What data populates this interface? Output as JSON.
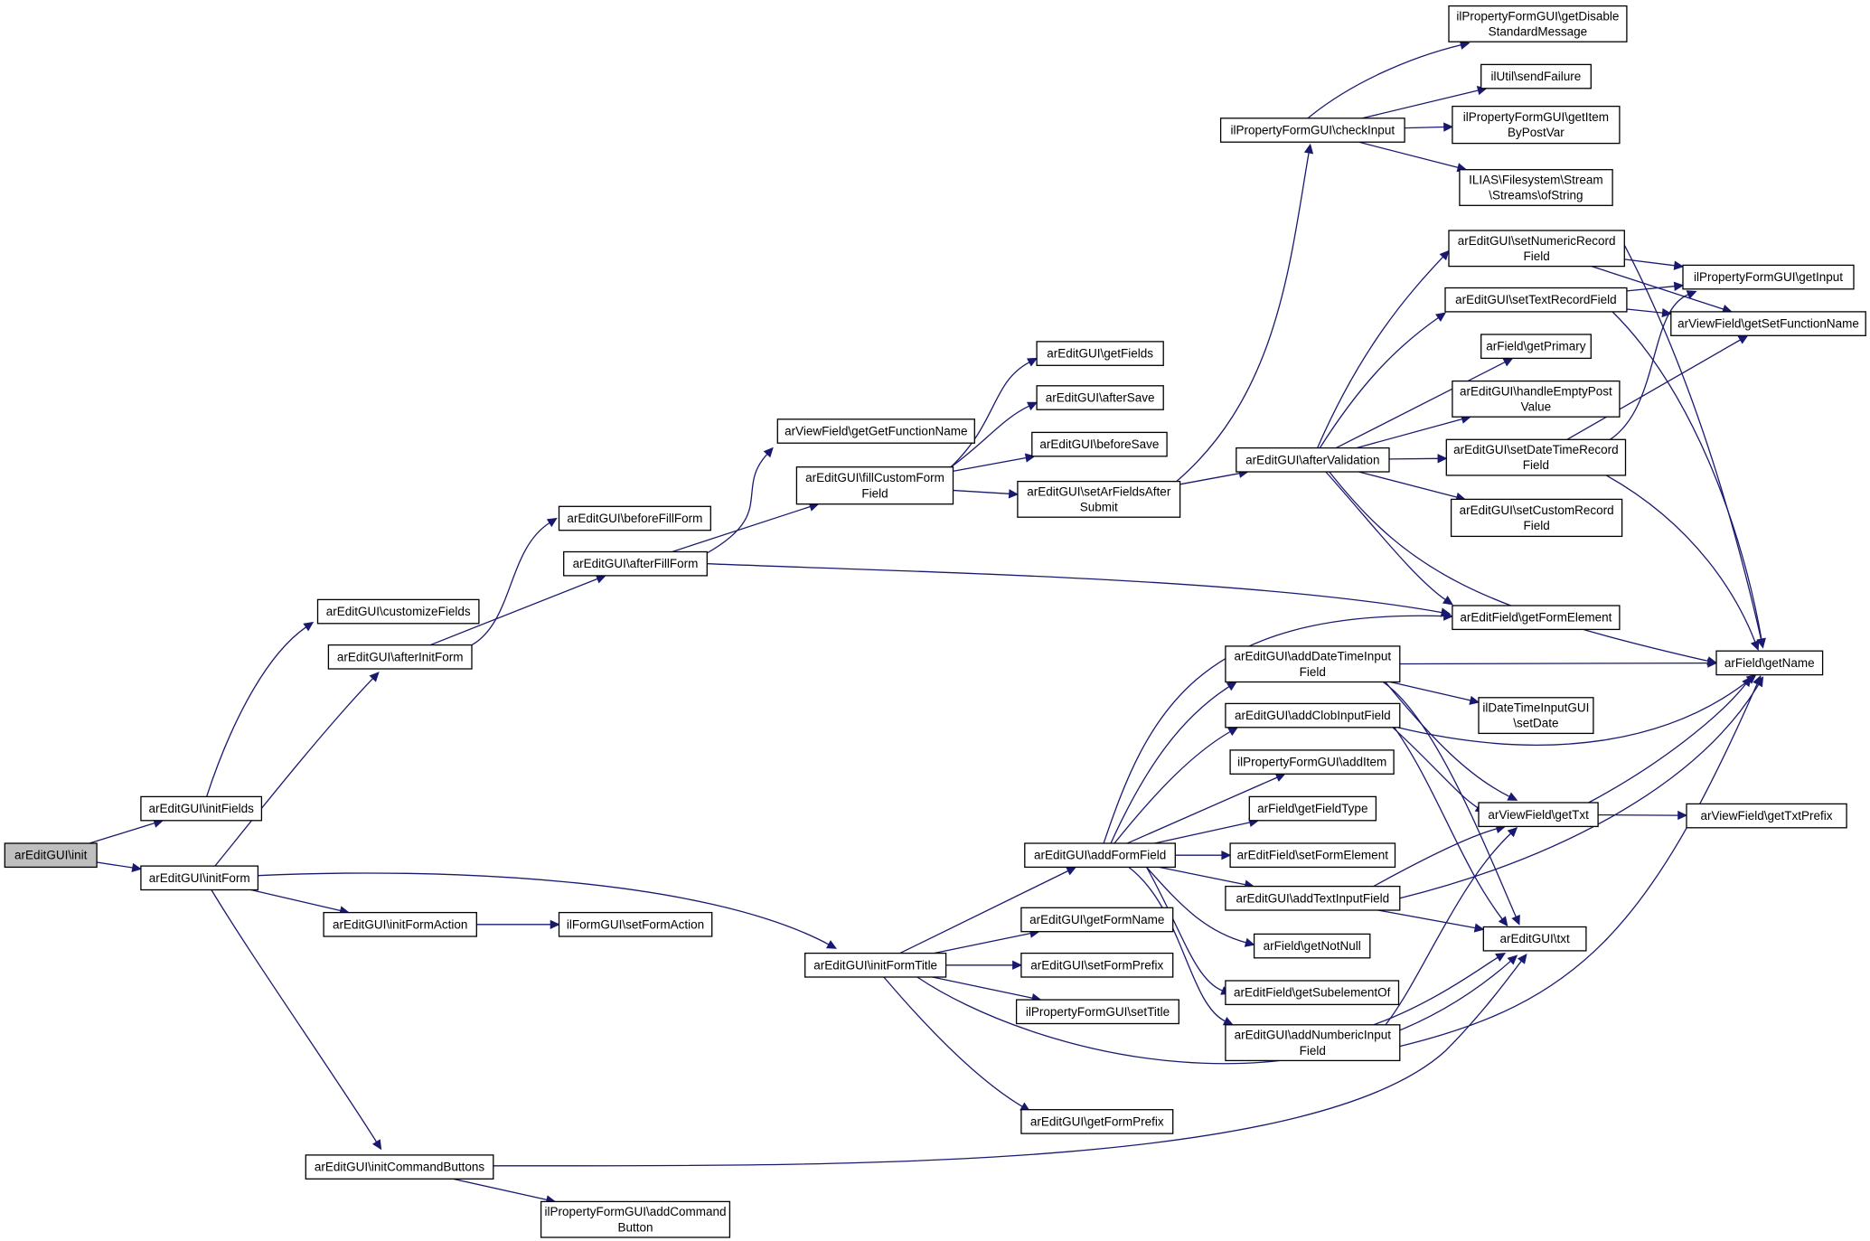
{
  "diagram": {
    "edge_color": "#191970",
    "root_fill": "#bfbfbf",
    "nodes": [
      {
        "id": "init",
        "lines": [
          "arEditGUI\\init"
        ],
        "root": true
      },
      {
        "id": "initFields",
        "lines": [
          "arEditGUI\\initFields"
        ]
      },
      {
        "id": "initForm",
        "lines": [
          "arEditGUI\\initForm"
        ]
      },
      {
        "id": "customizeFields",
        "lines": [
          "arEditGUI\\customizeFields"
        ]
      },
      {
        "id": "afterInitForm",
        "lines": [
          "arEditGUI\\afterInitForm"
        ]
      },
      {
        "id": "initFormAction",
        "lines": [
          "arEditGUI\\initFormAction"
        ]
      },
      {
        "id": "initCommandButtons",
        "lines": [
          "arEditGUI\\initCommandButtons"
        ]
      },
      {
        "id": "beforeFillForm",
        "lines": [
          "arEditGUI\\beforeFillForm"
        ]
      },
      {
        "id": "afterFillForm",
        "lines": [
          "arEditGUI\\afterFillForm"
        ]
      },
      {
        "id": "setFormAction",
        "lines": [
          "ilFormGUI\\setFormAction"
        ]
      },
      {
        "id": "addCommandButton",
        "lines": [
          "ilPropertyFormGUI\\addCommand",
          "Button"
        ]
      },
      {
        "id": "getGetFunctionName",
        "lines": [
          "arViewField\\getGetFunctionName"
        ]
      },
      {
        "id": "fillCustomFormField",
        "lines": [
          "arEditGUI\\fillCustomForm",
          "Field"
        ]
      },
      {
        "id": "initFormTitle",
        "lines": [
          "arEditGUI\\initFormTitle"
        ]
      },
      {
        "id": "getFields",
        "lines": [
          "arEditGUI\\getFields"
        ]
      },
      {
        "id": "afterSave",
        "lines": [
          "arEditGUI\\afterSave"
        ]
      },
      {
        "id": "beforeSave",
        "lines": [
          "arEditGUI\\beforeSave"
        ]
      },
      {
        "id": "setArFieldsAfterSubmit",
        "lines": [
          "arEditGUI\\setArFieldsAfter",
          "Submit"
        ]
      },
      {
        "id": "addFormField",
        "lines": [
          "arEditGUI\\addFormField"
        ]
      },
      {
        "id": "getFormName",
        "lines": [
          "arEditGUI\\getFormName"
        ]
      },
      {
        "id": "setFormPrefix",
        "lines": [
          "arEditGUI\\setFormPrefix"
        ]
      },
      {
        "id": "setTitle",
        "lines": [
          "ilPropertyFormGUI\\setTitle"
        ]
      },
      {
        "id": "getFormPrefix",
        "lines": [
          "arEditGUI\\getFormPrefix"
        ]
      },
      {
        "id": "checkInput",
        "lines": [
          "ilPropertyFormGUI\\checkInput"
        ]
      },
      {
        "id": "afterValidation",
        "lines": [
          "arEditGUI\\afterValidation"
        ]
      },
      {
        "id": "addDateTimeInputField",
        "lines": [
          "arEditGUI\\addDateTimeInput",
          "Field"
        ]
      },
      {
        "id": "addClobInputField",
        "lines": [
          "arEditGUI\\addClobInputField"
        ]
      },
      {
        "id": "addItem",
        "lines": [
          "ilPropertyFormGUI\\addItem"
        ]
      },
      {
        "id": "getFieldType",
        "lines": [
          "arField\\getFieldType"
        ]
      },
      {
        "id": "setFormElement",
        "lines": [
          "arEditField\\setFormElement"
        ]
      },
      {
        "id": "addTextInputField",
        "lines": [
          "arEditGUI\\addTextInputField"
        ]
      },
      {
        "id": "getNotNull",
        "lines": [
          "arField\\getNotNull"
        ]
      },
      {
        "id": "getSubelementOf",
        "lines": [
          "arEditField\\getSubelementOf"
        ]
      },
      {
        "id": "addNumbericInputField",
        "lines": [
          "arEditGUI\\addNumbericInput",
          "Field"
        ]
      },
      {
        "id": "getDisableStandardMessage",
        "lines": [
          "ilPropertyFormGUI\\getDisable",
          "StandardMessage"
        ]
      },
      {
        "id": "sendFailure",
        "lines": [
          "ilUtil\\sendFailure"
        ]
      },
      {
        "id": "getItemByPostVar",
        "lines": [
          "ilPropertyFormGUI\\getItem",
          "ByPostVar"
        ]
      },
      {
        "id": "ofString",
        "lines": [
          "ILIAS\\Filesystem\\Stream",
          "\\Streams\\ofString"
        ]
      },
      {
        "id": "setNumericRecordField",
        "lines": [
          "arEditGUI\\setNumericRecord",
          "Field"
        ]
      },
      {
        "id": "setTextRecordField",
        "lines": [
          "arEditGUI\\setTextRecordField"
        ]
      },
      {
        "id": "getPrimary",
        "lines": [
          "arField\\getPrimary"
        ]
      },
      {
        "id": "handleEmptyPostValue",
        "lines": [
          "arEditGUI\\handleEmptyPost",
          "Value"
        ]
      },
      {
        "id": "setDateTimeRecordField",
        "lines": [
          "arEditGUI\\setDateTimeRecord",
          "Field"
        ]
      },
      {
        "id": "setCustomRecordField",
        "lines": [
          "arEditGUI\\setCustomRecord",
          "Field"
        ]
      },
      {
        "id": "getFormElement",
        "lines": [
          "arEditField\\getFormElement"
        ]
      },
      {
        "id": "setDate",
        "lines": [
          "ilDateTimeInputGUI",
          "\\setDate"
        ]
      },
      {
        "id": "getTxt",
        "lines": [
          "arViewField\\getTxt"
        ]
      },
      {
        "id": "txt",
        "lines": [
          "arEditGUI\\txt"
        ]
      },
      {
        "id": "getInput",
        "lines": [
          "ilPropertyFormGUI\\getInput"
        ]
      },
      {
        "id": "getSetFunctionName",
        "lines": [
          "arViewField\\getSetFunctionName"
        ]
      },
      {
        "id": "getName",
        "lines": [
          "arField\\getName"
        ]
      },
      {
        "id": "getTxtPrefix",
        "lines": [
          "arViewField\\getTxtPrefix"
        ]
      }
    ],
    "edges": [
      [
        "init",
        "initFields"
      ],
      [
        "init",
        "initForm"
      ],
      [
        "initFields",
        "customizeFields"
      ],
      [
        "initForm",
        "afterInitForm"
      ],
      [
        "initForm",
        "initFormAction"
      ],
      [
        "initForm",
        "initCommandButtons"
      ],
      [
        "initForm",
        "initFormTitle"
      ],
      [
        "afterInitForm",
        "beforeFillForm"
      ],
      [
        "afterInitForm",
        "afterFillForm"
      ],
      [
        "initFormAction",
        "setFormAction"
      ],
      [
        "initCommandButtons",
        "addCommandButton"
      ],
      [
        "initCommandButtons",
        "txt"
      ],
      [
        "afterFillForm",
        "getGetFunctionName"
      ],
      [
        "afterFillForm",
        "fillCustomFormField"
      ],
      [
        "afterFillForm",
        "getFormElement"
      ],
      [
        "fillCustomFormField",
        "getFields"
      ],
      [
        "fillCustomFormField",
        "afterSave"
      ],
      [
        "fillCustomFormField",
        "beforeSave"
      ],
      [
        "fillCustomFormField",
        "setArFieldsAfterSubmit"
      ],
      [
        "setArFieldsAfterSubmit",
        "checkInput"
      ],
      [
        "setArFieldsAfterSubmit",
        "afterValidation"
      ],
      [
        "checkInput",
        "getDisableStandardMessage"
      ],
      [
        "checkInput",
        "sendFailure"
      ],
      [
        "checkInput",
        "getItemByPostVar"
      ],
      [
        "checkInput",
        "ofString"
      ],
      [
        "afterValidation",
        "setNumericRecordField"
      ],
      [
        "afterValidation",
        "setTextRecordField"
      ],
      [
        "afterValidation",
        "getPrimary"
      ],
      [
        "afterValidation",
        "handleEmptyPostValue"
      ],
      [
        "afterValidation",
        "setDateTimeRecordField"
      ],
      [
        "afterValidation",
        "setCustomRecordField"
      ],
      [
        "afterValidation",
        "getFormElement"
      ],
      [
        "afterValidation",
        "getName"
      ],
      [
        "setNumericRecordField",
        "getInput"
      ],
      [
        "setNumericRecordField",
        "getSetFunctionName"
      ],
      [
        "setNumericRecordField",
        "getName"
      ],
      [
        "setTextRecordField",
        "getInput"
      ],
      [
        "setTextRecordField",
        "getSetFunctionName"
      ],
      [
        "setTextRecordField",
        "getName"
      ],
      [
        "setDateTimeRecordField",
        "getInput"
      ],
      [
        "setDateTimeRecordField",
        "getSetFunctionName"
      ],
      [
        "setDateTimeRecordField",
        "getName"
      ],
      [
        "initFormTitle",
        "addFormField"
      ],
      [
        "initFormTitle",
        "getFormName"
      ],
      [
        "initFormTitle",
        "setFormPrefix"
      ],
      [
        "initFormTitle",
        "setTitle"
      ],
      [
        "initFormTitle",
        "getFormPrefix"
      ],
      [
        "initFormTitle",
        "txt"
      ],
      [
        "addFormField",
        "getFormElement"
      ],
      [
        "addFormField",
        "addDateTimeInputField"
      ],
      [
        "addFormField",
        "addClobInputField"
      ],
      [
        "addFormField",
        "addItem"
      ],
      [
        "addFormField",
        "getFieldType"
      ],
      [
        "addFormField",
        "setFormElement"
      ],
      [
        "addFormField",
        "addTextInputField"
      ],
      [
        "addFormField",
        "getNotNull"
      ],
      [
        "addFormField",
        "getSubelementOf"
      ],
      [
        "addFormField",
        "addNumbericInputField"
      ],
      [
        "addDateTimeInputField",
        "getName"
      ],
      [
        "addDateTimeInputField",
        "setDate"
      ],
      [
        "addDateTimeInputField",
        "getTxt"
      ],
      [
        "addDateTimeInputField",
        "txt"
      ],
      [
        "addClobInputField",
        "getName"
      ],
      [
        "addClobInputField",
        "getTxt"
      ],
      [
        "addClobInputField",
        "txt"
      ],
      [
        "addTextInputField",
        "getTxt"
      ],
      [
        "addTextInputField",
        "txt"
      ],
      [
        "addTextInputField",
        "getName"
      ],
      [
        "addNumbericInputField",
        "getTxt"
      ],
      [
        "addNumbericInputField",
        "txt"
      ],
      [
        "addNumbericInputField",
        "getName"
      ],
      [
        "getTxt",
        "getTxtPrefix"
      ],
      [
        "getTxt",
        "getName"
      ]
    ]
  }
}
